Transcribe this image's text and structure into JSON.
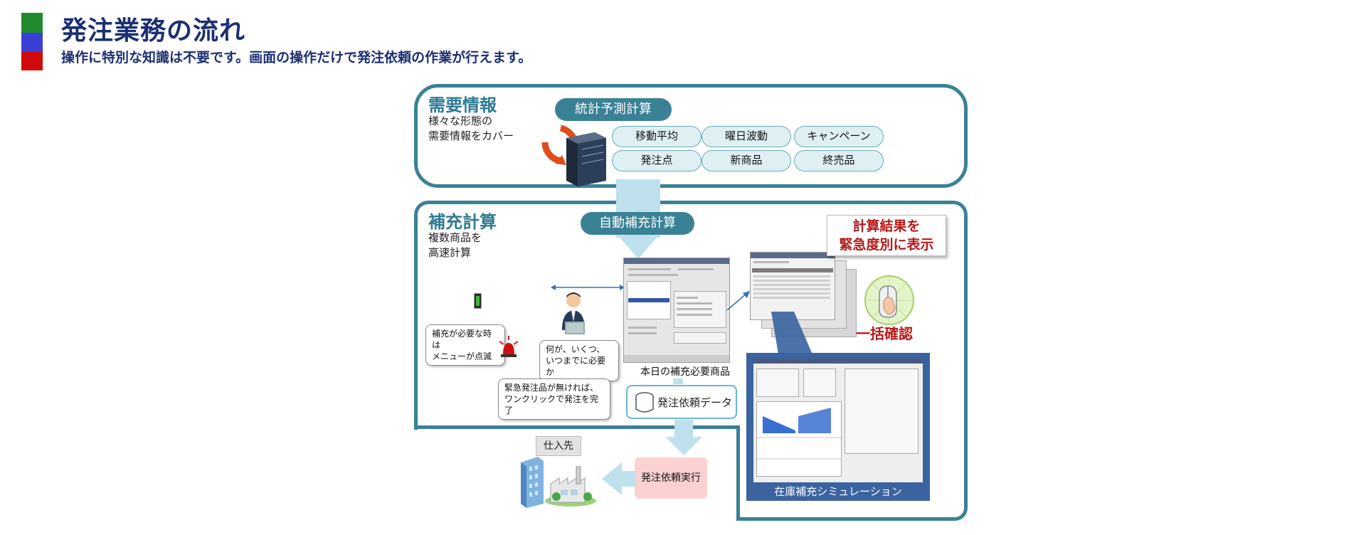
{
  "header": {
    "title": "発注業務の流れ",
    "subtitle": "操作に特別な知識は不要です。画面の操作だけで発注依頼の作業が行えます。"
  },
  "demand": {
    "title": "需要情報",
    "desc": "様々な形態の\n需要情報をカバー",
    "head": "統計予測計算",
    "items": [
      "移動平均",
      "曜日波動",
      "キャンペーン",
      "発注点",
      "新商品",
      "終売品"
    ]
  },
  "replenish": {
    "title": "補充計算",
    "desc": "複数商品を\n高速計算",
    "head": "自動補充計算",
    "callout_menu": "補充が必要な時は\nメニューが点滅",
    "callout_what": "何が、いくつ、\nいつまでに必要か",
    "callout_oneclick": "緊急発注品が無ければ、\nワンクリックで発注を完了",
    "today_label": "本日の補充必要商品",
    "results_title": "計算結果を\n緊急度別に表示",
    "bulk_confirm": "一括確認",
    "order_data": "発注依頼データ",
    "simulation": "在庫補充シミュレーション"
  },
  "flow": {
    "supplier": "仕入先",
    "execute": "発注依頼実行"
  },
  "colors": {
    "navy": "#1b2f72",
    "teal": "#3a8196",
    "red": "#b81818",
    "arrow": "#bfe1ee"
  }
}
